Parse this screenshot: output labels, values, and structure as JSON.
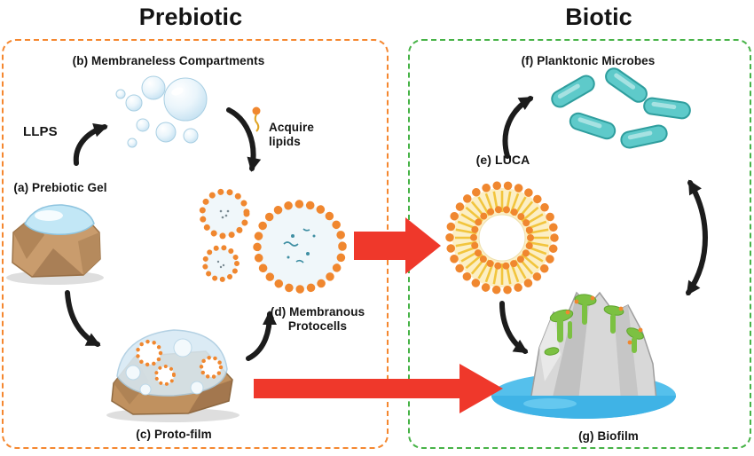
{
  "header": {
    "prebiotic_title": "Prebiotic",
    "biotic_title": "Biotic"
  },
  "prebiotic": {
    "label_a": "(a) Prebiotic Gel",
    "label_b": "(b) Membraneless Compartments",
    "label_c": "(c) Proto-film",
    "label_d": "(d) Membranous Protocells",
    "llps_label": "LLPS",
    "acquire_lipids_label": "Acquire lipids"
  },
  "biotic": {
    "label_e": "(e) LUCA",
    "label_f": "(f) Planktonic Microbes",
    "label_g": "(g) Biofilm"
  },
  "colors": {
    "prebiotic_border": "#f5872f",
    "biotic_border": "#47b347",
    "red_arrow": "#ef382b",
    "membrane_orange": "#f0872f",
    "luca_yellow": "#f2c53d",
    "luca_fill": "#fcefc5",
    "microbe_teal": "#5ecaca",
    "biofilm_green": "#7cc142",
    "water_blue": "#3fb3e6",
    "bubble_blue": "#c6e2f2",
    "rock_brown": "#c99c6d",
    "rock_gray": "#d8d8d8"
  }
}
